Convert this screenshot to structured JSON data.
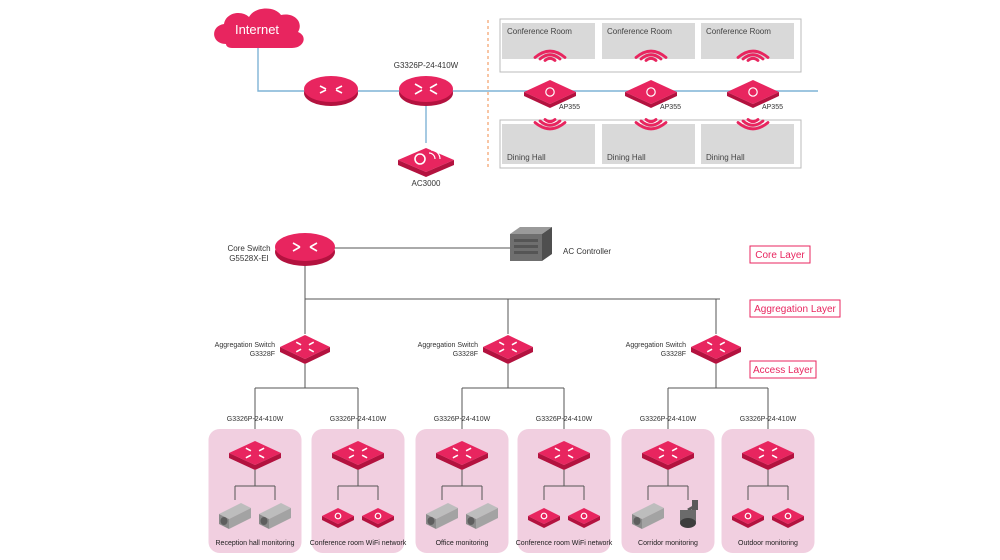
{
  "colors": {
    "accent": "#e8255f",
    "accent_dark": "#b3123f",
    "link": "#7fb3d5",
    "tree_line": "#555555",
    "room_fill": "#d9d9d9",
    "bay_fill": "#f1cfe0",
    "dashed": "#f28b4a"
  },
  "top": {
    "cloud_label": "Internet",
    "switch_label": "G3326P-24-410W",
    "ac_label": "AC3000",
    "ap_label": "AP355",
    "conference_rooms": [
      "Conference Room",
      "Conference Room",
      "Conference Room"
    ],
    "dining_halls": [
      "Dining Hall",
      "Dining Hall",
      "Dining Hall"
    ]
  },
  "bottom": {
    "core_switch": [
      "Core Switch",
      "G5528X-EI"
    ],
    "ac_controller": "AC Controller",
    "layers": [
      "Core Layer",
      "Aggregation Layer",
      "Access Layer"
    ],
    "aggregation": [
      [
        "Aggregation Switch",
        "G3328F"
      ],
      [
        "Aggregation Switch",
        "G3328F"
      ],
      [
        "Aggregation Switch",
        "G3328F"
      ]
    ],
    "access_switch_label": "G3326P-24-410W",
    "bays": [
      {
        "label": "Reception hall monitoring",
        "devices": [
          "camera",
          "camera"
        ]
      },
      {
        "label": "Conference room WiFi network",
        "devices": [
          "ap",
          "ap"
        ]
      },
      {
        "label": "Office monitoring",
        "devices": [
          "camera",
          "camera"
        ]
      },
      {
        "label": "Conference room WiFi network",
        "devices": [
          "ap",
          "ap"
        ]
      },
      {
        "label": "Corridor monitoring",
        "devices": [
          "camera",
          "dome"
        ]
      },
      {
        "label": "Outdoor monitoring",
        "devices": [
          "ap",
          "ap"
        ]
      }
    ]
  }
}
